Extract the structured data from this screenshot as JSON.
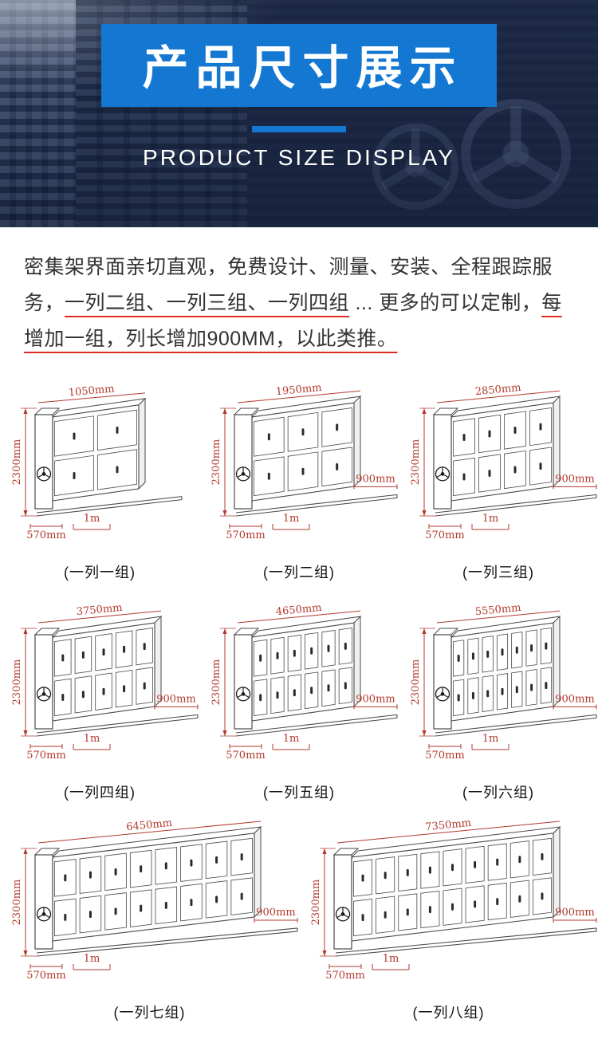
{
  "header": {
    "title": "产品尺寸展示",
    "subtitle": "PRODUCT SIZE DISPLAY"
  },
  "intro": {
    "segments": [
      {
        "text": "密集架界面亲切直观，免费设计、测量、安装、全程跟踪服务，",
        "underline": false
      },
      {
        "text": "一列二组、一列三组、一列四组",
        "underline": true
      },
      {
        "text": " ... 更多的可以定制，",
        "underline": false
      },
      {
        "text": "每增加一组，列长增加900MM，以此类推。",
        "underline": true
      }
    ]
  },
  "diagrams": [
    {
      "caption": "(一列一组)",
      "width_label": "1050mm",
      "height_label": "2300mm",
      "depth_label": "570mm",
      "rail_label": "1m",
      "extension_label": "",
      "groups": 1
    },
    {
      "caption": "(一列二组)",
      "width_label": "1950mm",
      "height_label": "2300mm",
      "depth_label": "570mm",
      "rail_label": "1m",
      "extension_label": "900mm",
      "groups": 2
    },
    {
      "caption": "(一列三组)",
      "width_label": "2850mm",
      "height_label": "2300mm",
      "depth_label": "570mm",
      "rail_label": "1m",
      "extension_label": "900mm",
      "groups": 3
    },
    {
      "caption": "(一列四组)",
      "width_label": "3750mm",
      "height_label": "2300mm",
      "depth_label": "570mm",
      "rail_label": "1m",
      "extension_label": "900mm",
      "groups": 4
    },
    {
      "caption": "(一列五组)",
      "width_label": "4650mm",
      "height_label": "2300mm",
      "depth_label": "570mm",
      "rail_label": "1m",
      "extension_label": "900mm",
      "groups": 5
    },
    {
      "caption": "(一列六组)",
      "width_label": "5550mm",
      "height_label": "2300mm",
      "depth_label": "570mm",
      "rail_label": "1m",
      "extension_label": "900mm",
      "groups": 6
    },
    {
      "caption": "(一列七组)",
      "width_label": "6450mm",
      "height_label": "2300mm",
      "depth_label": "570mm",
      "rail_label": "1m",
      "extension_label": "900mm",
      "groups": 7
    },
    {
      "caption": "(一列八组)",
      "width_label": "7350mm",
      "height_label": "2300mm",
      "depth_label": "570mm",
      "rail_label": "1m",
      "extension_label": "900mm",
      "groups": 8
    }
  ],
  "colors": {
    "accent": "#1478d2",
    "header_bg": "#1f2c49",
    "dimension": "#b23a2e",
    "line": "#4a4a4a",
    "underline": "#e02b20"
  }
}
